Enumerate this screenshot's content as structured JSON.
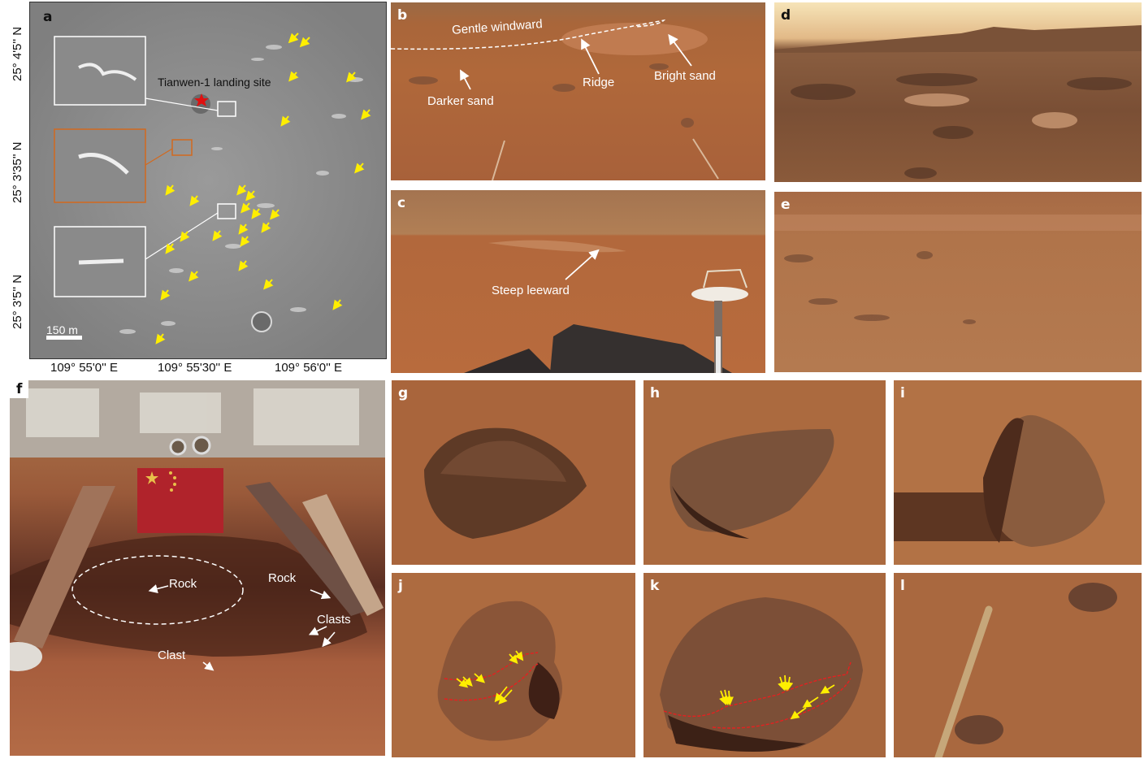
{
  "figure": {
    "panels": {
      "a": {
        "label": "a",
        "site_label": "Tianwen-1 landing site",
        "scale_bar": "150 m",
        "y_ticks": [
          "25° 4'5'' N",
          "25° 3'35'' N",
          "25° 3'5'' N"
        ],
        "x_ticks": [
          "109° 55'0'' E",
          "109° 55'30'' E",
          "109° 56'0'' E"
        ],
        "marker": "red-star",
        "arrow_color": "#ffee00",
        "inset_colors": [
          "#ffffff",
          "#d2691e",
          "#ffffff"
        ]
      },
      "b": {
        "label": "b",
        "annotations": [
          "Gentle windward",
          "Ridge",
          "Bright sand",
          "Darker sand"
        ]
      },
      "c": {
        "label": "c",
        "annotations": [
          "Steep leeward"
        ]
      },
      "d": {
        "label": "d"
      },
      "e": {
        "label": "e"
      },
      "f": {
        "label": "f",
        "annotations": [
          "Rock",
          "Rock",
          "Clasts",
          "Clast"
        ]
      },
      "g": {
        "label": "g"
      },
      "h": {
        "label": "h"
      },
      "i": {
        "label": "i"
      },
      "j": {
        "label": "j"
      },
      "k": {
        "label": "k"
      },
      "l": {
        "label": "l"
      }
    }
  }
}
